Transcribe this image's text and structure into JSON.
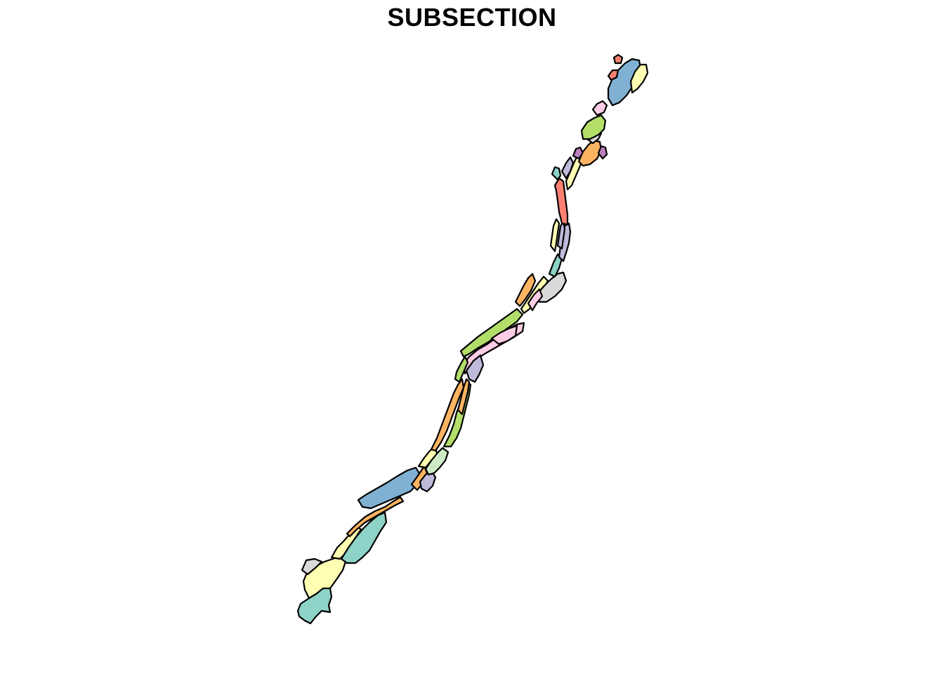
{
  "map": {
    "title": "SUBSECTION",
    "palette": {
      "teal": "#8DD3C7",
      "yellow": "#FFFFB3",
      "lavender": "#BEBADA",
      "red": "#FB8072",
      "blue": "#80B1D3",
      "orange": "#FDB462",
      "green": "#B3DE69",
      "pink": "#FCCDE5",
      "grey": "#D9D9D9",
      "purple": "#BC80BD",
      "mint": "#CCEBC5",
      "cream": "#FFED6F"
    },
    "polygons": [
      {
        "name": "subsection-1",
        "color": "#8DD3C7"
      },
      {
        "name": "subsection-2",
        "color": "#FFFFB3"
      },
      {
        "name": "subsection-3",
        "color": "#D9D9D9"
      },
      {
        "name": "subsection-4",
        "color": "#FFFFB3"
      },
      {
        "name": "subsection-5",
        "color": "#8DD3C7"
      },
      {
        "name": "subsection-6",
        "color": "#FDB462"
      },
      {
        "name": "subsection-7",
        "color": "#80B1D3"
      },
      {
        "name": "subsection-8",
        "color": "#FDB462"
      },
      {
        "name": "subsection-9",
        "color": "#BEBADA"
      },
      {
        "name": "subsection-10",
        "color": "#CCEBC5"
      },
      {
        "name": "subsection-11",
        "color": "#FFFFB3"
      },
      {
        "name": "subsection-12",
        "color": "#FDB462"
      },
      {
        "name": "subsection-13",
        "color": "#B3DE69"
      },
      {
        "name": "subsection-14",
        "color": "#FDB462"
      },
      {
        "name": "subsection-15",
        "color": "#B3DE69"
      },
      {
        "name": "subsection-16",
        "color": "#FCCDE5"
      },
      {
        "name": "subsection-17",
        "color": "#BEBADA"
      },
      {
        "name": "subsection-18",
        "color": "#B3DE69"
      },
      {
        "name": "subsection-19",
        "color": "#FCCDE5"
      },
      {
        "name": "subsection-20",
        "color": "#FDB462"
      },
      {
        "name": "subsection-21",
        "color": "#FFFFB3"
      },
      {
        "name": "subsection-22",
        "color": "#D9D9D9"
      },
      {
        "name": "subsection-23",
        "color": "#FCCDE5"
      },
      {
        "name": "subsection-24",
        "color": "#8DD3C7"
      },
      {
        "name": "subsection-25",
        "color": "#BEBADA"
      },
      {
        "name": "subsection-26",
        "color": "#FFFFB3"
      },
      {
        "name": "subsection-27",
        "color": "#BEBADA"
      },
      {
        "name": "subsection-28",
        "color": "#FB8072"
      },
      {
        "name": "subsection-29",
        "color": "#8DD3C7"
      },
      {
        "name": "subsection-30",
        "color": "#FFFFB3"
      },
      {
        "name": "subsection-31",
        "color": "#BEBADA"
      },
      {
        "name": "subsection-32",
        "color": "#BC80BD"
      },
      {
        "name": "subsection-33",
        "color": "#FDB462"
      },
      {
        "name": "subsection-34",
        "color": "#BC80BD"
      },
      {
        "name": "subsection-35",
        "color": "#D9D9D9"
      },
      {
        "name": "subsection-36",
        "color": "#B3DE69"
      },
      {
        "name": "subsection-37",
        "color": "#FCCDE5"
      },
      {
        "name": "subsection-38",
        "color": "#80B1D3"
      },
      {
        "name": "subsection-39",
        "color": "#FFFFB3"
      },
      {
        "name": "subsection-40",
        "color": "#FB8072"
      },
      {
        "name": "subsection-41",
        "color": "#FB8072"
      }
    ]
  }
}
